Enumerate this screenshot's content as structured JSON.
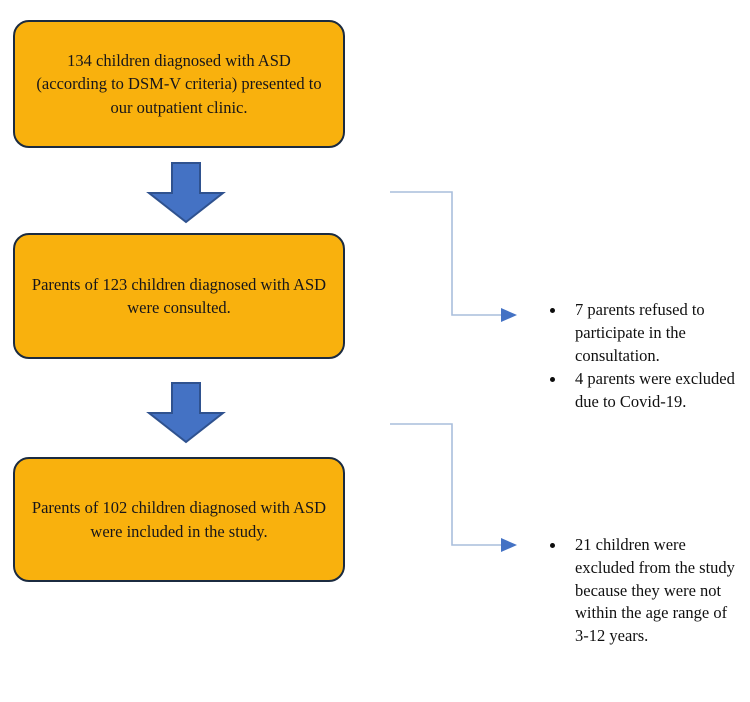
{
  "figure": {
    "type": "participant-flow-diagram",
    "palette": {
      "box_fill": "#F9B10D",
      "box_border": "#1B2B40",
      "arrow_fill": "#4472C4",
      "arrow_border": "#2F528F",
      "connector_line": "#A9BEDC",
      "connector_head": "#4472C4",
      "text": "#101010",
      "background": "#FFFFFF"
    }
  },
  "flow": {
    "boxes": [
      {
        "id": "screened",
        "text": "134 children diagnosed with ASD (according to DSM-V criteria) presented to our outpatient clinic.",
        "count": 134
      },
      {
        "id": "consulted",
        "text": "Parents of 123 children diagnosed with ASD were consulted.",
        "count": 123
      },
      {
        "id": "included",
        "text": "Parents of 102 children diagnosed with ASD were included in the study.",
        "count": 102
      }
    ],
    "arrows": [
      {
        "id": "arrow-1",
        "direction": "down"
      },
      {
        "id": "arrow-2",
        "direction": "down"
      }
    ]
  },
  "exclusions": {
    "group_1": {
      "items": [
        "7 parents refused to participate in the consultation.",
        "4 parents were excluded due to Covid-19."
      ]
    },
    "group_2": {
      "items": [
        "21 children were excluded from the study because they were not within the age range of 3-12 years."
      ]
    }
  }
}
